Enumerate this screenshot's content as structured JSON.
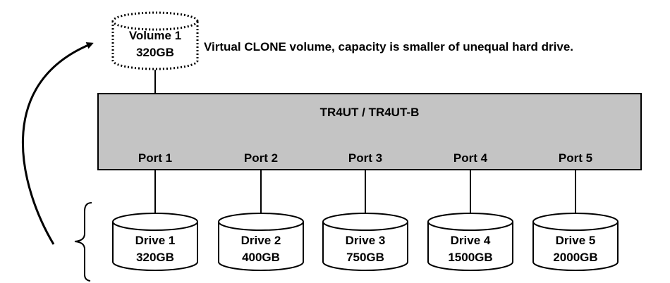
{
  "volume": {
    "name": "Volume 1",
    "capacity": "320GB",
    "description": "Virtual CLONE volume, capacity is smaller of unequal hard drive."
  },
  "device": {
    "title": "TR4UT / TR4UT-B",
    "fill_color": "#c4c4c4"
  },
  "ports": [
    {
      "label": "Port 1"
    },
    {
      "label": "Port 2"
    },
    {
      "label": "Port 3"
    },
    {
      "label": "Port 4"
    },
    {
      "label": "Port 5"
    }
  ],
  "drives": [
    {
      "name": "Drive 1",
      "capacity": "320GB"
    },
    {
      "name": "Drive 2",
      "capacity": "400GB"
    },
    {
      "name": "Drive 3",
      "capacity": "750GB"
    },
    {
      "name": "Drive 4",
      "capacity": "1500GB"
    },
    {
      "name": "Drive 5",
      "capacity": "2000GB"
    }
  ]
}
